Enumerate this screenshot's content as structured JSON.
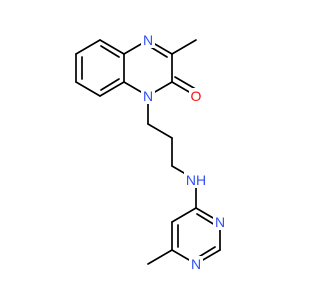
{
  "molecule": {
    "atoms": {
      "n_quin_top": {
        "text": "N",
        "color": "#3050F8"
      },
      "n_quin_bottom": {
        "text": "N",
        "color": "#3050F8"
      },
      "o_carbonyl": {
        "text": "O",
        "color": "#FF0D0D"
      },
      "nh_amine": {
        "text": "NH",
        "color": "#3050F8"
      },
      "n_pyr_top": {
        "text": "N",
        "color": "#3050F8"
      },
      "n_pyr_bottom": {
        "text": "N",
        "color": "#3050F8"
      }
    },
    "bond_color": "#000000"
  }
}
